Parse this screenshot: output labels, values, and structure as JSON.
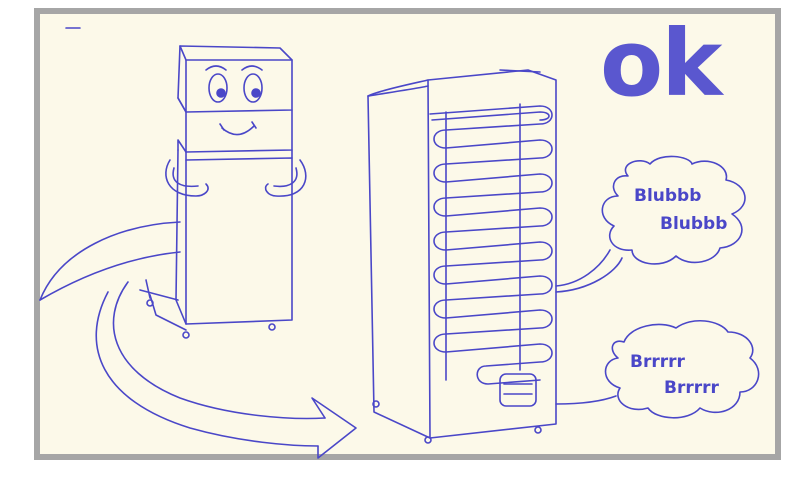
{
  "headline": "ok",
  "bubble_top": {
    "line1": "Blubbb",
    "line2": "Blubbb"
  },
  "bubble_bottom": {
    "line1": "Brrrrr",
    "line2": "Brrrrr"
  },
  "colors": {
    "ink": "#4a47c8",
    "paper": "#fcf9e9",
    "frame": "#a6a6a6"
  }
}
